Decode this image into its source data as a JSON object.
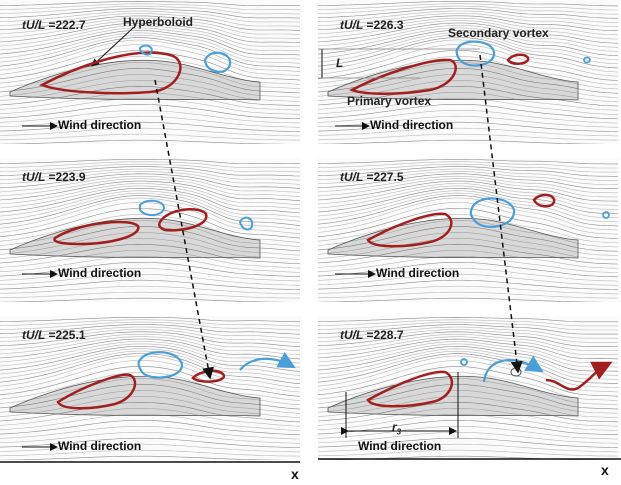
{
  "panels": [
    {
      "id": "a",
      "time_prefix": "tU/L",
      "time_value": "=222.7",
      "wind_label": "Wind direction"
    },
    {
      "id": "b",
      "time_prefix": "tU/L",
      "time_value": "=223.9",
      "wind_label": "Wind direction"
    },
    {
      "id": "c",
      "time_prefix": "tU/L",
      "time_value": "=225.1",
      "wind_label": "Wind direction"
    },
    {
      "id": "d",
      "time_prefix": "tU/L",
      "time_value": "=226.3",
      "wind_label": "Wind direction"
    },
    {
      "id": "e",
      "time_prefix": "tU/L",
      "time_value": "=227.5",
      "wind_label": "Wind direction"
    },
    {
      "id": "f",
      "time_prefix": "tU/L",
      "time_value": "=228.7",
      "wind_label": "Wind direction"
    }
  ],
  "annotations": {
    "hyperboloid": "Hyperboloid",
    "secondary_vortex": "Secondary vortex",
    "primary_vortex": "Primary vortex",
    "length_symbol": "L",
    "distance_symbol": "r",
    "distance_subscript": "3"
  },
  "axes": {
    "x_left": "x",
    "x_right": "x"
  },
  "colors": {
    "primary": "#a31f1f",
    "secondary": "#4a9fd9",
    "streamline": "#9a9a9a",
    "arrow": "#111111"
  }
}
